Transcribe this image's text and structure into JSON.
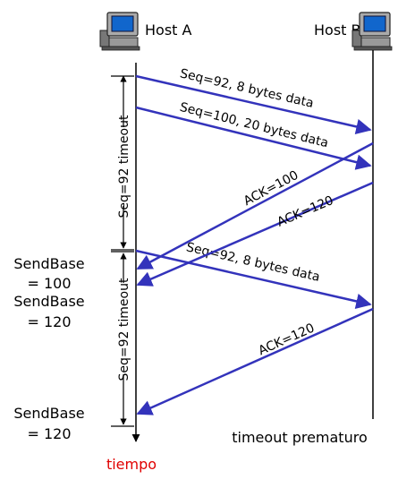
{
  "hosts": {
    "a_label": "Host A",
    "b_label": "Host B"
  },
  "segments": [
    {
      "label": "Seq=92, 8 bytes data"
    },
    {
      "label": "Seq=100, 20 bytes data"
    },
    {
      "label": "Seq=92, 8 bytes data"
    }
  ],
  "acks": [
    {
      "label": "ACK=100"
    },
    {
      "label": "ACK=120"
    },
    {
      "label": "ACK=120"
    }
  ],
  "timeouts": [
    {
      "label": "Seq=92 timeout"
    },
    {
      "label": "Seq=92 timeout"
    }
  ],
  "sendbase": [
    {
      "line1": "SendBase",
      "line2": "= 100"
    },
    {
      "line1": "SendBase",
      "line2": "= 120"
    },
    {
      "line1": "SendBase",
      "line2": "= 120"
    }
  ],
  "caption": "timeout prematuro",
  "time_axis_label": "tiempo",
  "colors": {
    "arrow": "#3333bb",
    "timeline": "#000000",
    "time_label": "#e00000"
  },
  "icons": [
    "computer-icon",
    "computer-icon"
  ]
}
